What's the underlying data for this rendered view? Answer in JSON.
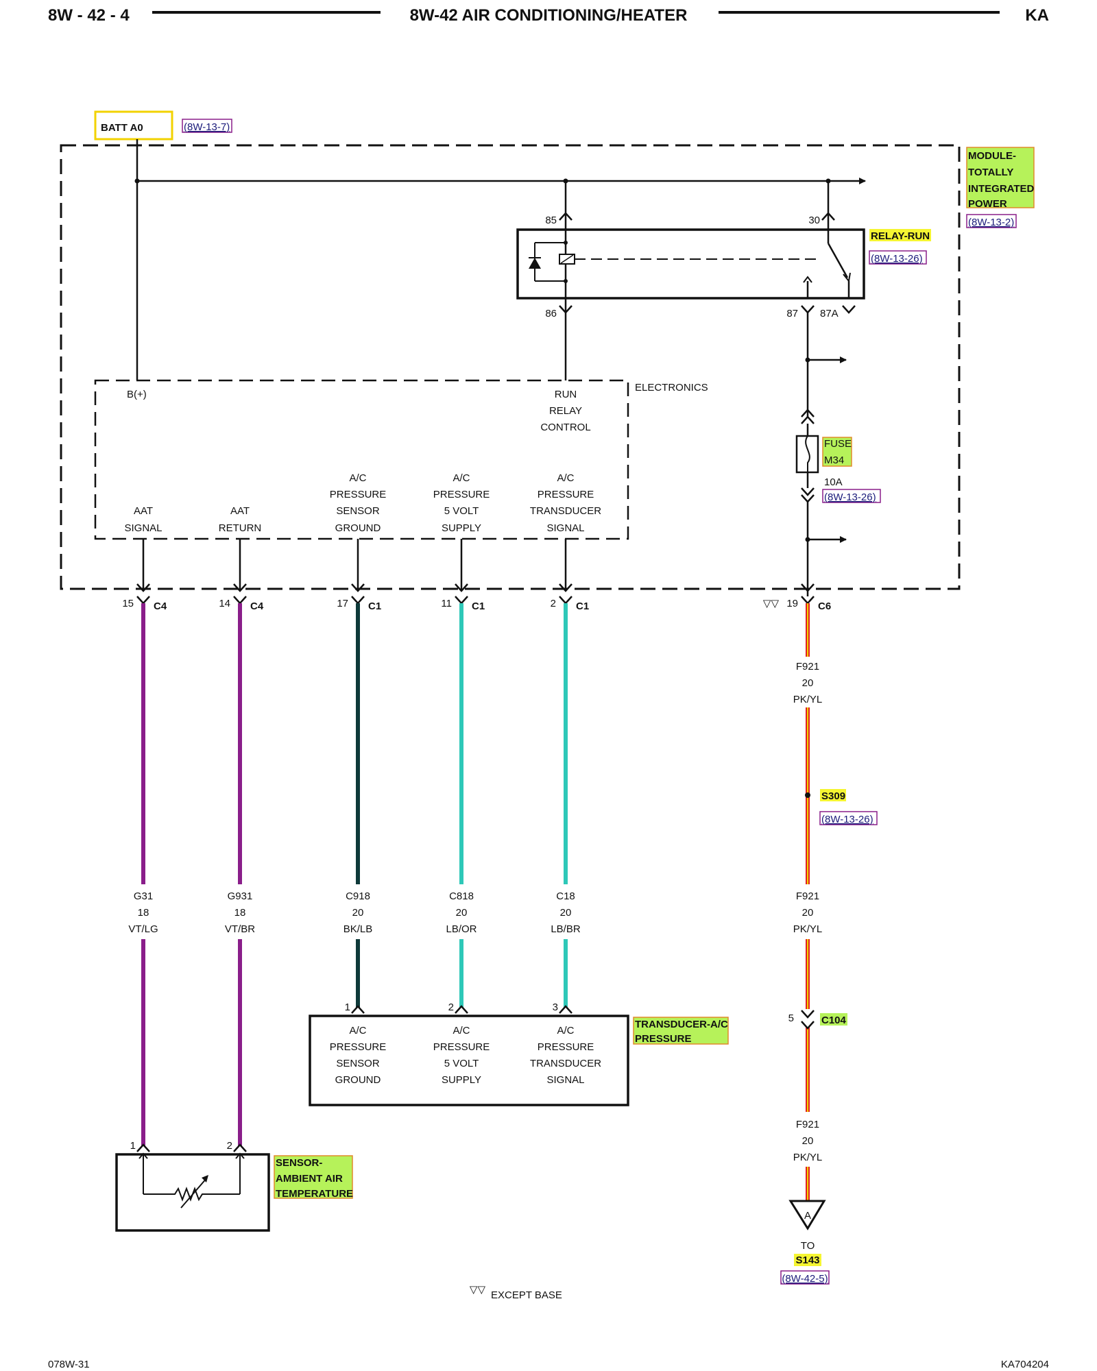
{
  "header": {
    "page_code": "8W - 42 - 4",
    "title": "8W-42 AIR CONDITIONING/HEATER",
    "model": "KA"
  },
  "footer": {
    "left_code": "078W-31",
    "right_code": "KA704204"
  },
  "power_source": {
    "label": "BATT A0",
    "ref": "(8W-13-7)"
  },
  "module": {
    "label_lines": [
      "MODULE-",
      "TOTALLY",
      "INTEGRATED",
      "POWER"
    ],
    "ref": "(8W-13-2)",
    "electronics_label": "ELECTRONICS",
    "bplus_label": "B(+)",
    "run_relay_control": [
      "RUN",
      "RELAY",
      "CONTROL"
    ],
    "pins": [
      {
        "lines": [
          "AAT",
          "SIGNAL"
        ]
      },
      {
        "lines": [
          "AAT",
          "RETURN"
        ]
      },
      {
        "lines": [
          "A/C",
          "PRESSURE",
          "SENSOR",
          "GROUND"
        ]
      },
      {
        "lines": [
          "A/C",
          "PRESSURE",
          "5 VOLT",
          "SUPPLY"
        ]
      },
      {
        "lines": [
          "A/C",
          "PRESSURE",
          "TRANSDUCER",
          "SIGNAL"
        ]
      }
    ]
  },
  "relay": {
    "label": "RELAY-RUN",
    "ref": "(8W-13-26)",
    "pins": {
      "p85": "85",
      "p30": "30",
      "p86": "86",
      "p87": "87",
      "p87a": "87A"
    }
  },
  "fuse": {
    "label_lines": [
      "FUSE",
      "M34"
    ],
    "rating": "10A",
    "ref": "(8W-13-26)"
  },
  "connectors": [
    {
      "pin": "15",
      "conn": "C4"
    },
    {
      "pin": "14",
      "conn": "C4"
    },
    {
      "pin": "17",
      "conn": "C1"
    },
    {
      "pin": "11",
      "conn": "C1"
    },
    {
      "pin": "2",
      "conn": "C1"
    },
    {
      "pin": "19",
      "conn": "C6",
      "marker": "▽▽"
    }
  ],
  "wires": [
    {
      "circuit": "G31",
      "gauge": "18",
      "color": "VT/LG",
      "hex": "#8a1e8a"
    },
    {
      "circuit": "G931",
      "gauge": "18",
      "color": "VT/BR",
      "hex": "#8a1e8a"
    },
    {
      "circuit": "C918",
      "gauge": "20",
      "color": "BK/LB",
      "hex": "#0f3a3a"
    },
    {
      "circuit": "C818",
      "gauge": "20",
      "color": "LB/OR",
      "hex": "#2ec8b8"
    },
    {
      "circuit": "C18",
      "gauge": "20",
      "color": "LB/BR",
      "hex": "#2ec8b8"
    }
  ],
  "feed_wire": {
    "circuit": "F921",
    "gauge": "20",
    "color": "PK/YL",
    "hex_main": "#e02020",
    "hex_stripe": "#f2d200"
  },
  "splice": {
    "label": "S309",
    "ref": "(8W-13-26)"
  },
  "inline_connector": {
    "pin": "5",
    "conn": "C104"
  },
  "transducer": {
    "label_lines": [
      "TRANSDUCER-A/C",
      "PRESSURE"
    ],
    "pins": [
      "1",
      "2",
      "3"
    ],
    "pin_labels": [
      [
        "A/C",
        "PRESSURE",
        "SENSOR",
        "GROUND"
      ],
      [
        "A/C",
        "PRESSURE",
        "5 VOLT",
        "SUPPLY"
      ],
      [
        "A/C",
        "PRESSURE",
        "TRANSDUCER",
        "SIGNAL"
      ]
    ]
  },
  "sensor": {
    "label_lines": [
      "SENSOR-",
      "AMBIENT AIR",
      "TEMPERATURE"
    ],
    "pins": [
      "1",
      "2"
    ]
  },
  "offpage": {
    "letter": "A",
    "to_label": "TO",
    "target": "S143",
    "ref": "(8W-42-5)"
  },
  "legend": {
    "marker": "▽▽",
    "text": "EXCEPT BASE"
  },
  "colors": {
    "highlight_yellow": "#f5f532",
    "highlight_green": "#b6f25a",
    "highlight_border": "#e08a2a",
    "batt_border": "#f2d200",
    "ref_border": "#8a1e8a"
  }
}
